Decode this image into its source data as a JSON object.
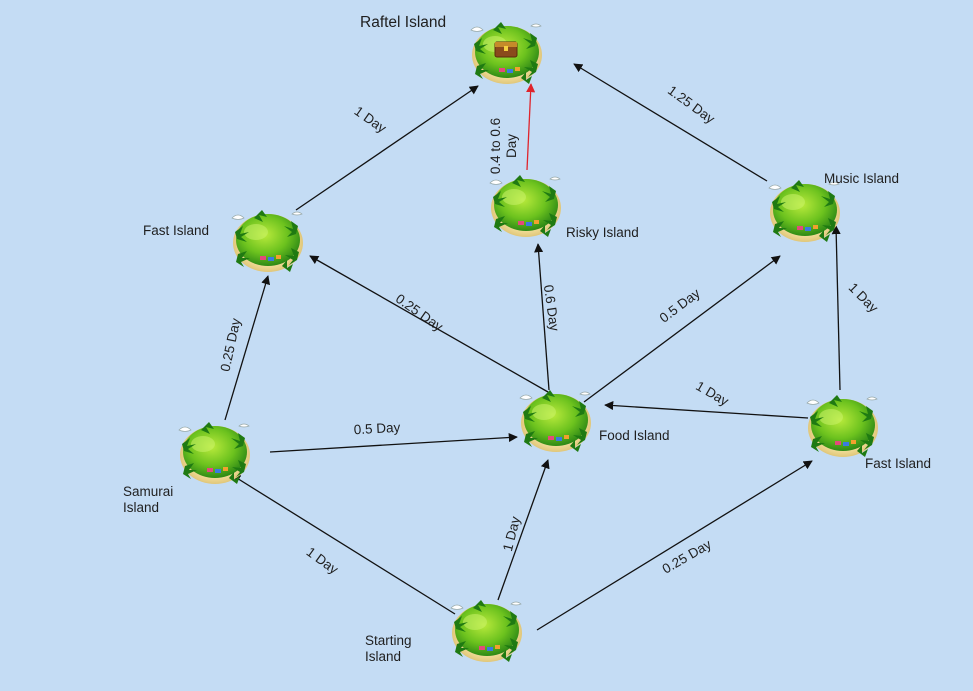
{
  "islands": {
    "raftel": "Raftel Island",
    "risky": "Risky Island",
    "music": "Music Island",
    "fast_left": "Fast Island",
    "fast_right": "Fast Island",
    "samurai": "Samurai Island",
    "food": "Food Island",
    "starting": "Starting Island"
  },
  "edges": [
    {
      "from": "Fast Island (left)",
      "to": "Raftel Island",
      "label": "1 Day"
    },
    {
      "from": "Risky Island",
      "to": "Raftel Island",
      "label": "0.4 to 0.6 Day",
      "color": "#e0242b"
    },
    {
      "from": "Music Island",
      "to": "Raftel Island",
      "label": "1.25 Day"
    },
    {
      "from": "Samurai Island",
      "to": "Fast Island (left)",
      "label": "0.25 Day"
    },
    {
      "from": "Food Island",
      "to": "Fast Island (left)",
      "label": "0.25 Day"
    },
    {
      "from": "Food Island",
      "to": "Risky Island",
      "label": "0.6 Day"
    },
    {
      "from": "Food Island",
      "to": "Music Island",
      "label": "0.5 Day"
    },
    {
      "from": "Fast Island (right)",
      "to": "Music Island",
      "label": "1 Day"
    },
    {
      "from": "Fast Island (right)",
      "to": "Food Island",
      "label": "1 Day"
    },
    {
      "from": "Samurai Island",
      "to": "Food Island",
      "label": "0.5 Day"
    },
    {
      "from": "Starting Island",
      "to": "Samurai Island",
      "label": "1 Day"
    },
    {
      "from": "Starting Island",
      "to": "Food Island",
      "label": "1 Day"
    },
    {
      "from": "Starting Island",
      "to": "Fast Island (right)",
      "label": "0.25 Day"
    }
  ],
  "colors": {
    "background": "#c4dcf4",
    "edge": "#111111",
    "highlight_edge": "#e0242b"
  }
}
